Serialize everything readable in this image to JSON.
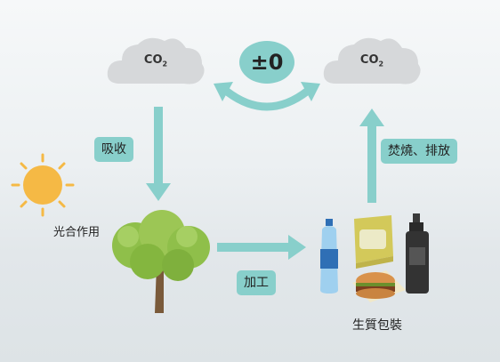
{
  "clouds": {
    "left": {
      "label": "CO",
      "subscript": "2"
    },
    "right": {
      "label": "CO",
      "subscript": "2"
    }
  },
  "balance": {
    "label": "±0"
  },
  "labels": {
    "absorb": "吸收",
    "burn": "焚燒、排放",
    "process": "加工",
    "photosynthesis": "光合作用",
    "biomass": "生質包裝"
  },
  "colors": {
    "accent": "#88cfcb",
    "sun": "#f5b945",
    "tree_foliage": "#8fbf4a",
    "tree_trunk": "#7a5a3a"
  }
}
